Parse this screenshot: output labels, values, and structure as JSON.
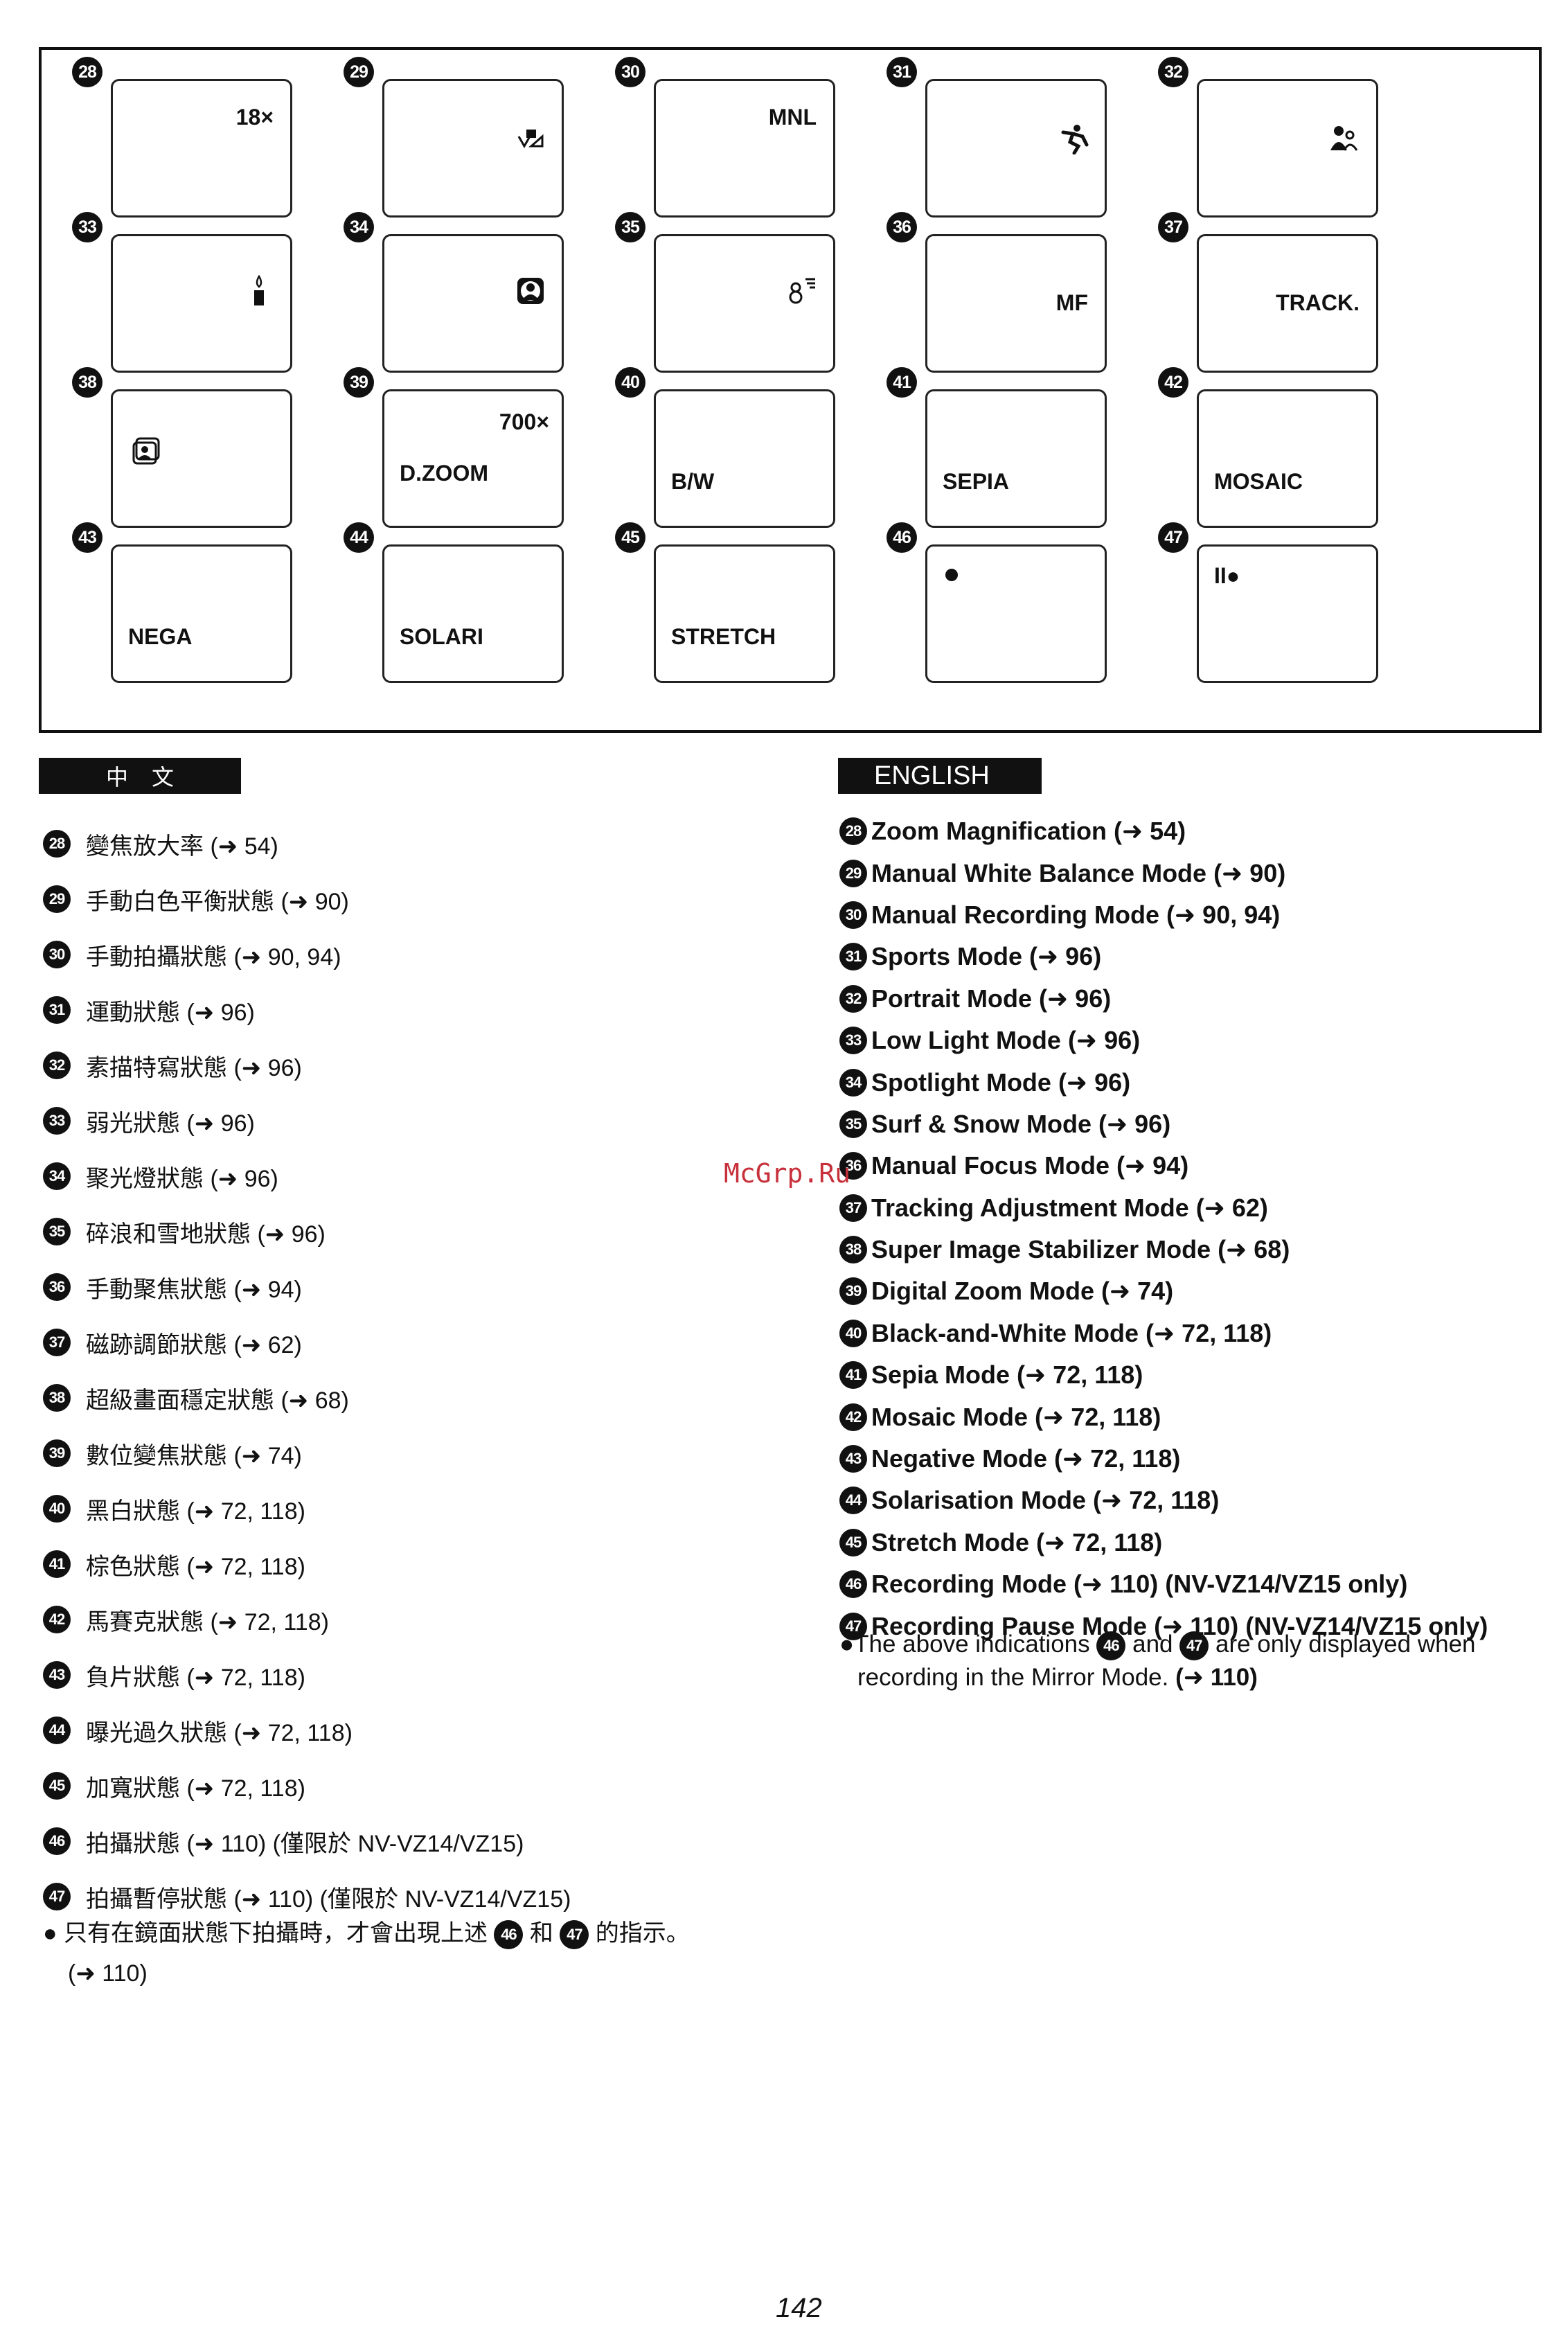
{
  "screens": [
    {
      "num": "28",
      "label": "18×",
      "pos": "tr"
    },
    {
      "num": "29",
      "icon": "white-balance-icon"
    },
    {
      "num": "30",
      "label": "MNL",
      "pos": "tr"
    },
    {
      "num": "31",
      "icon": "sports-runner-icon"
    },
    {
      "num": "32",
      "icon": "portrait-icon"
    },
    {
      "num": "33",
      "icon": "candle-icon"
    },
    {
      "num": "34",
      "icon": "spotlight-icon"
    },
    {
      "num": "35",
      "icon": "surf-snow-icon"
    },
    {
      "num": "36",
      "label": "MF",
      "pos": "ml-right"
    },
    {
      "num": "37",
      "label": "TRACK.",
      "pos": "ml-right"
    },
    {
      "num": "38",
      "icon": "stabilizer-icon"
    },
    {
      "num": "39",
      "label": "700×",
      "label2": "D.ZOOM"
    },
    {
      "num": "40",
      "label": "B/W",
      "pos": "bl"
    },
    {
      "num": "41",
      "label": "SEPIA",
      "pos": "bl"
    },
    {
      "num": "42",
      "label": "MOSAIC",
      "pos": "bl"
    },
    {
      "num": "43",
      "label": "NEGA",
      "pos": "bl"
    },
    {
      "num": "44",
      "label": "SOLARI",
      "pos": "bl"
    },
    {
      "num": "45",
      "label": "STRETCH",
      "pos": "bl"
    },
    {
      "num": "46",
      "icon": "record-dot-icon"
    },
    {
      "num": "47",
      "label": "II●",
      "pos": "tl"
    }
  ],
  "chinese": {
    "header": "中文",
    "items": [
      {
        "num": "28",
        "text": "變焦放大率 (➜ 54)"
      },
      {
        "num": "29",
        "text": "手動白色平衡狀態 (➜ 90)"
      },
      {
        "num": "30",
        "text": "手動拍攝狀態 (➜ 90, 94)"
      },
      {
        "num": "31",
        "text": "運動狀態 (➜ 96)"
      },
      {
        "num": "32",
        "text": "素描特寫狀態 (➜ 96)"
      },
      {
        "num": "33",
        "text": "弱光狀態 (➜ 96)"
      },
      {
        "num": "34",
        "text": "聚光燈狀態 (➜ 96)"
      },
      {
        "num": "35",
        "text": "碎浪和雪地狀態 (➜ 96)"
      },
      {
        "num": "36",
        "text": "手動聚焦狀態 (➜ 94)"
      },
      {
        "num": "37",
        "text": "磁跡調節狀態 (➜ 62)"
      },
      {
        "num": "38",
        "text": "超級畫面穩定狀態 (➜ 68)"
      },
      {
        "num": "39",
        "text": "數位變焦狀態 (➜ 74)"
      },
      {
        "num": "40",
        "text": "黑白狀態 (➜ 72, 118)"
      },
      {
        "num": "41",
        "text": "棕色狀態 (➜ 72, 118)"
      },
      {
        "num": "42",
        "text": "馬賽克狀態 (➜ 72, 118)"
      },
      {
        "num": "43",
        "text": "負片狀態 (➜ 72, 118)"
      },
      {
        "num": "44",
        "text": "曝光過久狀態 (➜ 72, 118)"
      },
      {
        "num": "45",
        "text": "加寬狀態 (➜ 72, 118)"
      },
      {
        "num": "46",
        "text": "拍攝狀態 (➜ 110) (僅限於 NV-VZ14/VZ15)"
      },
      {
        "num": "47",
        "text": "拍攝暫停狀態 (➜ 110) (僅限於 NV-VZ14/VZ15)"
      }
    ],
    "note_a": "● 只有在鏡面狀態下拍攝時，才會出現上述",
    "note_n1": "46",
    "note_mid": "和",
    "note_n2": "47",
    "note_b": "的指示。",
    "note_c": "(➜ 110)"
  },
  "english": {
    "header": "ENGLISH",
    "items": [
      {
        "num": "28",
        "text": "Zoom Magnification (➜ 54)"
      },
      {
        "num": "29",
        "text": "Manual White Balance Mode (➜ 90)"
      },
      {
        "num": "30",
        "text": "Manual Recording Mode (➜ 90, 94)"
      },
      {
        "num": "31",
        "text": "Sports Mode (➜ 96)"
      },
      {
        "num": "32",
        "text": "Portrait Mode (➜ 96)"
      },
      {
        "num": "33",
        "text": "Low Light Mode (➜ 96)"
      },
      {
        "num": "34",
        "text": "Spotlight Mode (➜ 96)"
      },
      {
        "num": "35",
        "text": "Surf & Snow Mode (➜ 96)"
      },
      {
        "num": "36",
        "text": "Manual Focus Mode (➜ 94)"
      },
      {
        "num": "37",
        "text": "Tracking Adjustment Mode (➜ 62)"
      },
      {
        "num": "38",
        "text": "Super Image Stabilizer Mode (➜ 68)"
      },
      {
        "num": "39",
        "text": "Digital Zoom Mode (➜ 74)"
      },
      {
        "num": "40",
        "text": "Black-and-White Mode (➜ 72, 118)"
      },
      {
        "num": "41",
        "text": "Sepia Mode (➜ 72, 118)"
      },
      {
        "num": "42",
        "text": "Mosaic Mode (➜ 72, 118)"
      },
      {
        "num": "43",
        "text": "Negative Mode (➜ 72, 118)"
      },
      {
        "num": "44",
        "text": "Solarisation Mode (➜ 72, 118)"
      },
      {
        "num": "45",
        "text": "Stretch Mode (➜ 72, 118)"
      },
      {
        "num": "46",
        "text": "Recording Mode (➜ 110) (NV-VZ14/VZ15 only)"
      },
      {
        "num": "47",
        "text": "Recording Pause Mode (➜ 110) (NV-VZ14/VZ15 only)"
      }
    ],
    "note_a": "●The above indications",
    "note_n1": "46",
    "note_mid": "and",
    "note_n2": "47",
    "note_b": "are only displayed when",
    "note_c": "recording in the Mirror Mode.",
    "note_d": "(➜ 110)"
  },
  "watermark": "McGrp.Ru",
  "page_number": "142"
}
